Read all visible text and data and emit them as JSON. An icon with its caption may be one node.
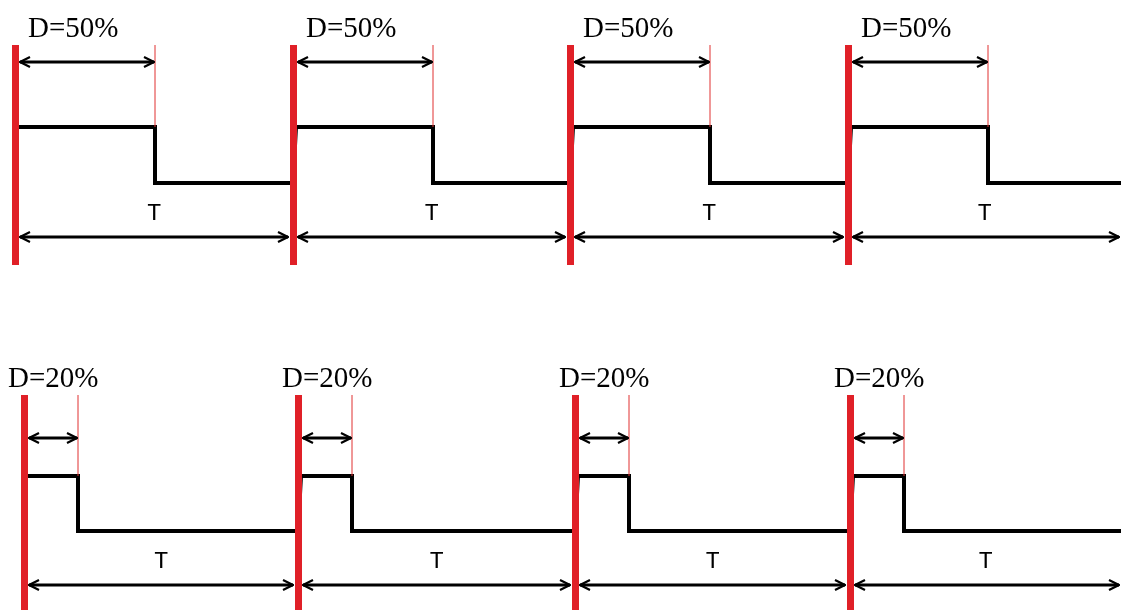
{
  "diagram": {
    "labels": [
      "D=50%",
      "D=50%",
      "D=50%",
      "D=50%",
      "T",
      "T",
      "T",
      "T",
      "D=20%",
      "D=20%",
      "D=20%",
      "D=20%",
      "T",
      "T",
      "T",
      "T"
    ]
  }
}
